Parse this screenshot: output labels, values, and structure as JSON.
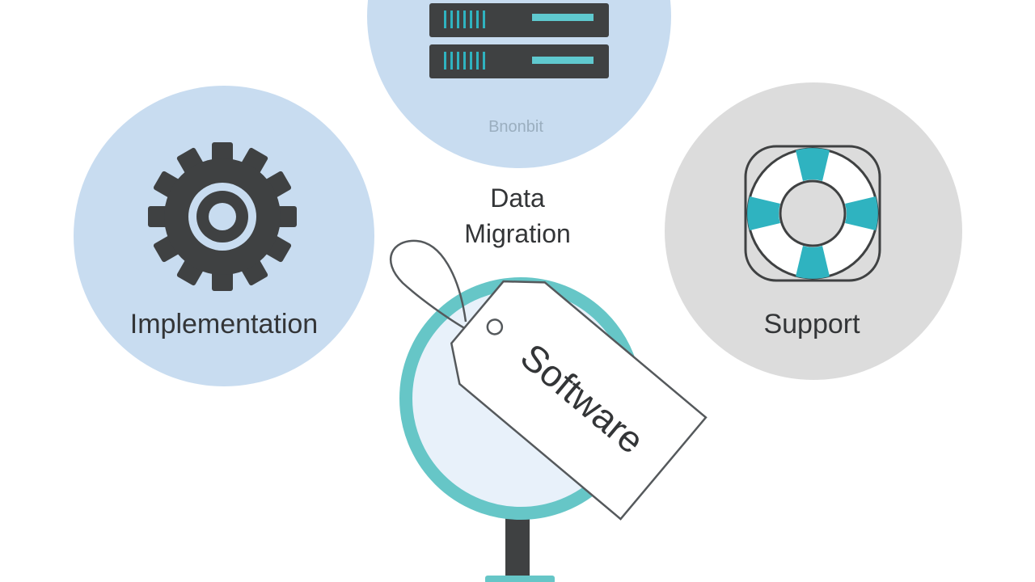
{
  "nodes": {
    "data_migration": {
      "caption": "Bnonbit",
      "label_line1": "Data",
      "label_line2": "Migration",
      "icon": "server-icon"
    },
    "implementation": {
      "label": "Implementation",
      "icon": "gear-icon"
    },
    "support": {
      "label": "Support",
      "icon": "lifebuoy-icon"
    },
    "software": {
      "tag_text": "Software",
      "icon": "magnifying-glass-icon"
    }
  },
  "colors": {
    "light_blue": "#c8dcf0",
    "light_gray": "#dcdcdc",
    "dark_gray": "#3f4142",
    "teal": "#2fb3c0",
    "teal_ring": "#66c6c7",
    "lens_fill": "#e8f1fa",
    "text": "#333537"
  }
}
